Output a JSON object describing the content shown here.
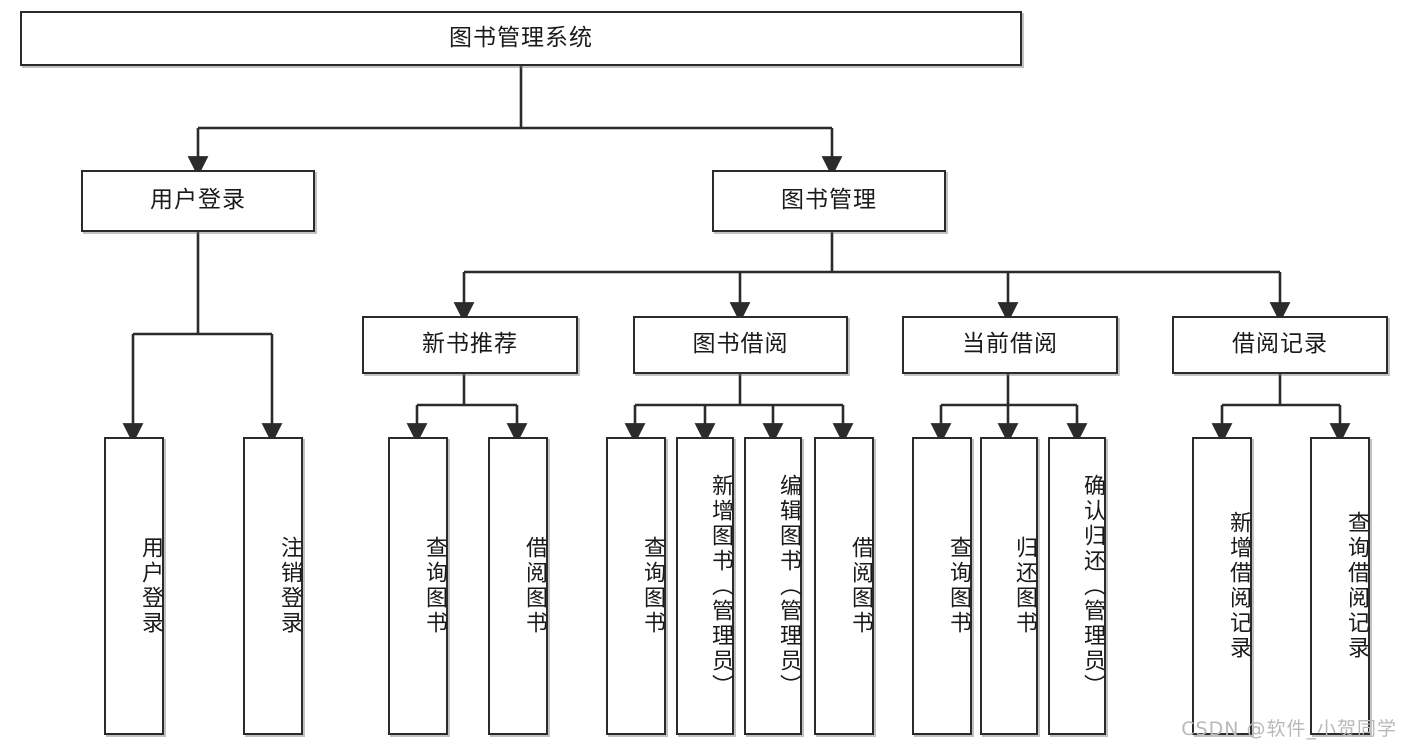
{
  "diagram": {
    "type": "tree-hierarchy",
    "title": "图书管理系统",
    "root": {
      "id": "root",
      "label": "图书管理系统"
    },
    "level2": [
      {
        "id": "user-login",
        "label": "用户登录"
      },
      {
        "id": "book-management",
        "label": "图书管理"
      }
    ],
    "level3": [
      {
        "id": "new-book-recommend",
        "label": "新书推荐"
      },
      {
        "id": "book-borrow",
        "label": "图书借阅"
      },
      {
        "id": "current-borrow",
        "label": "当前借阅"
      },
      {
        "id": "borrow-record",
        "label": "借阅记录"
      }
    ],
    "leaves": {
      "user_login": [
        {
          "id": "leaf-user-login",
          "label": "用户登录"
        },
        {
          "id": "leaf-logout-login",
          "label": "注销登录"
        }
      ],
      "new_book_recommend": [
        {
          "id": "leaf-query-book-1",
          "label": "查询图书"
        },
        {
          "id": "leaf-borrow-book-1",
          "label": "借阅图书"
        }
      ],
      "book_borrow": [
        {
          "id": "leaf-query-book-2",
          "label": "查询图书"
        },
        {
          "id": "leaf-add-book",
          "label": "新增图书（管理员）"
        },
        {
          "id": "leaf-edit-book",
          "label": "编辑图书（管理员）"
        },
        {
          "id": "leaf-borrow-book-2",
          "label": "借阅图书"
        }
      ],
      "current_borrow": [
        {
          "id": "leaf-query-book-3",
          "label": "查询图书"
        },
        {
          "id": "leaf-return-book",
          "label": "归还图书"
        },
        {
          "id": "leaf-confirm-return",
          "label": "确认归还（管理员）"
        }
      ],
      "borrow_record": [
        {
          "id": "leaf-add-record",
          "label": "新增借阅记录"
        },
        {
          "id": "leaf-query-record",
          "label": "查询借阅记录"
        }
      ]
    }
  },
  "watermark": {
    "text": "CSDN @软件_小贺同学"
  },
  "colors": {
    "border": "#2b2b2b",
    "background": "#ffffff",
    "text": "#1a1a1a",
    "edge": "#2b2b2b",
    "watermark": "#b9b9b9"
  }
}
